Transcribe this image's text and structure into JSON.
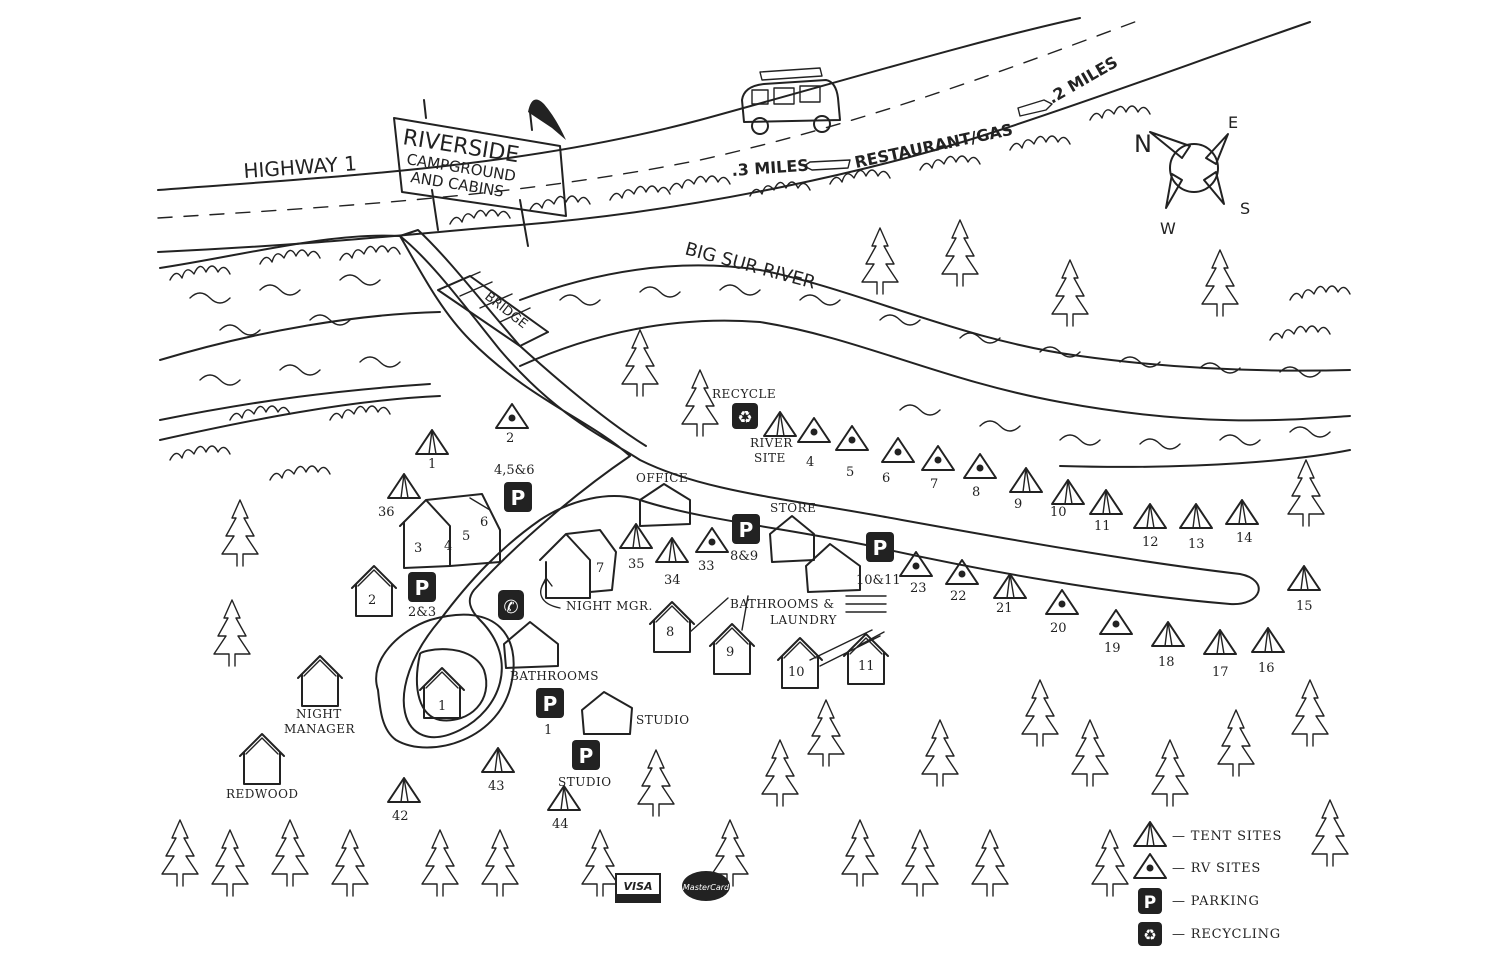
{
  "sign": {
    "line1": "RIVERSIDE",
    "line2": "CAMPGROUND",
    "line3": "AND CABINS"
  },
  "roads": {
    "highway": "HIGHWAY 1",
    "dist_left": ".3 MILES",
    "restaurant": "RESTAURANT/GAS",
    "dist_right": ".2 MILES"
  },
  "river": {
    "name": "BIG SUR RIVER",
    "bridge": "BRIDGE"
  },
  "compass": {
    "n": "N",
    "e": "E",
    "s": "S",
    "w": "W"
  },
  "buildings": {
    "office": "OFFICE",
    "store": "STORE",
    "recycle": "RECYCLE",
    "river_site_1": "RIVER",
    "river_site_2": "SITE",
    "night_mgr": "NIGHT MGR.",
    "bathrooms": "BATHROOMS",
    "bath_laundry_1": "BATHROOMS &",
    "bath_laundry_2": "LAUNDRY",
    "studio_a": "STUDIO",
    "studio_b": "STUDIO",
    "night_manager_1": "NIGHT",
    "night_manager_2": "MANAGER",
    "redwood": "REDWOOD"
  },
  "cabins": {
    "c1": "1",
    "c2": "2",
    "c3": "3",
    "c4": "4",
    "c5": "5",
    "c6": "6",
    "c7": "7",
    "c8": "8",
    "c9": "9",
    "c10": "10",
    "c11": "11"
  },
  "parking_labels": {
    "p456": "4,5&6",
    "p23": "2&3",
    "p89": "8&9",
    "p1011": "10&11",
    "p1": "1"
  },
  "sites": {
    "s1": "1",
    "s2": "2",
    "s4": "4",
    "s5": "5",
    "s6": "6",
    "s7": "7",
    "s8": "8",
    "s9": "9",
    "s10": "10",
    "s11": "11",
    "s12": "12",
    "s13": "13",
    "s14": "14",
    "s15": "15",
    "s16": "16",
    "s17": "17",
    "s18": "18",
    "s19": "19",
    "s20": "20",
    "s21": "21",
    "s22": "22",
    "s23": "23",
    "s33": "33",
    "s34": "34",
    "s35": "35",
    "s36": "36",
    "s42": "42",
    "s43": "43",
    "s44": "44"
  },
  "legend": {
    "tent": "— TENT SITES",
    "rv": "— RV SITES",
    "parking": "— PARKING",
    "recycling": "— RECYCLING"
  },
  "cards": {
    "visa": "VISA",
    "mastercard": "MasterCard"
  },
  "icons": {
    "parking": "P",
    "recycle": "♻",
    "phone": "✆"
  }
}
